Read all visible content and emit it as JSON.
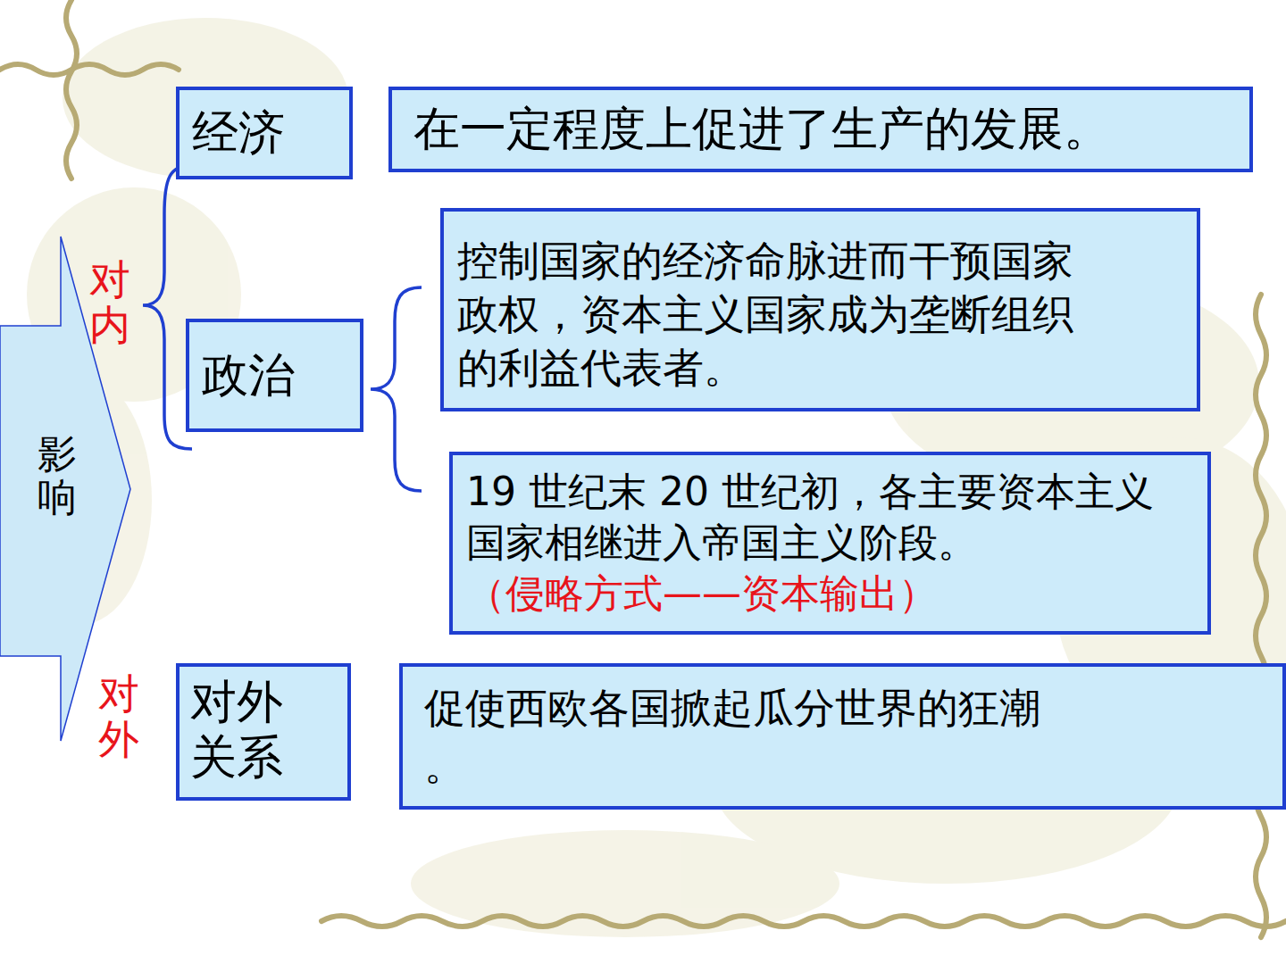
{
  "diagram": {
    "nodes": [
      {
        "text": [
          "影响"
        ]
      },
      {
        "text": [
          "经济"
        ]
      },
      {
        "text": [
          "在一定程度上促进了生产的发展。"
        ]
      },
      {
        "text": [
          "政治"
        ]
      },
      {
        "text": [
          "控制国家的经济命脉进而干预国家 政权，资本主义国家成为垄断组织 的利益代表者。"
        ]
      },
      {
        "text": [
          "19 世纪末 20 世纪初，各主要资本主义 国家相继进入帝国主义阶段。",
          "（侵略方式——资本输出）"
        ]
      },
      {
        "text": [
          "对外 关系"
        ]
      },
      {
        "text": [
          "促使西欧各国掀起瓜分世界的狂潮 。"
        ]
      }
    ],
    "labels": [
      "对内",
      "对外"
    ]
  }
}
